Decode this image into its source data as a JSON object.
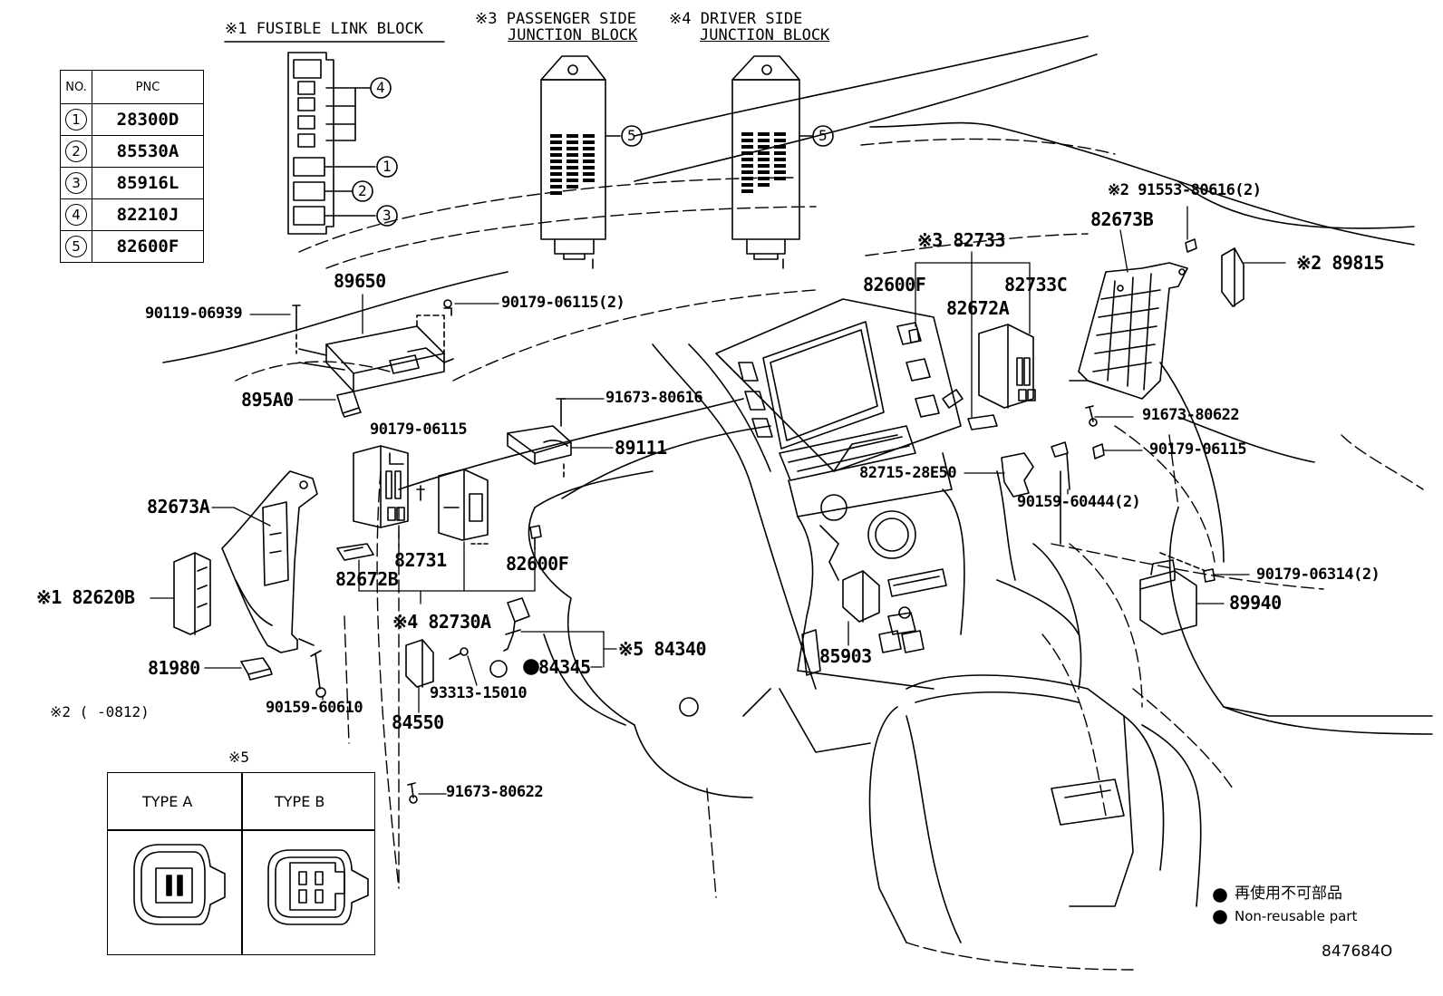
{
  "header": {
    "fusible_link_block": "※1 FUSIBLE LINK BLOCK",
    "passenger_line1": "※3 PASSENGER SIDE",
    "passenger_line2": "JUNCTION BLOCK",
    "driver_line1": "※4 DRIVER SIDE",
    "driver_line2": "JUNCTION BLOCK"
  },
  "pnc_table": {
    "col_no": "NO.",
    "col_pnc": "PNC",
    "rows": [
      {
        "no": "1",
        "pnc": "28300D"
      },
      {
        "no": "2",
        "pnc": "85530A"
      },
      {
        "no": "3",
        "pnc": "85916L"
      },
      {
        "no": "4",
        "pnc": "82210J"
      },
      {
        "no": "5",
        "pnc": "82600F"
      }
    ]
  },
  "callouts": {
    "fuse_4": "4",
    "fuse_1": "1",
    "fuse_2": "2",
    "fuse_3": "3",
    "jb_pass_5": "5",
    "jb_drv_5": "5"
  },
  "labels": {
    "p89650": "89650",
    "p90119_06939": "90119-06939",
    "p90179_06115_2": "90179-06115(2)",
    "p895A0": "895A0",
    "p91673_80616": "91673-80616",
    "p90179_06115_a": "90179-06115",
    "p89111": "89111",
    "p82673A": "82673A",
    "p82620B": "※1 82620B",
    "p82672B": "82672B",
    "p82731": "82731",
    "p82600F_a": "82600F",
    "p82730A": "※4 82730A",
    "p84340": "※5 84340",
    "p84345": "84345",
    "p93313_15010": "93313-15010",
    "p84550": "84550",
    "p81980": "81980",
    "p90159_60610": "90159-60610",
    "p91673_80622_a": "91673-80622",
    "p85903": "85903",
    "p82733": "※3 82733",
    "p82600F_b": "82600F",
    "p82733C": "82733C",
    "p82672A": "82672A",
    "p82715_28E50": "82715-28E50",
    "p90159_60444_2": "90159-60444(2)",
    "p90179_06115_b": "90179-06115",
    "p91673_80622_b": "91673-80622",
    "p82673B": "82673B",
    "p91553_80616_2": "※2 91553-80616(2)",
    "p89815": "※2 89815",
    "p90179_06314_2": "90179-06314(2)",
    "p89940": "89940"
  },
  "note_2": "※2 (     -0812)",
  "type_box": {
    "title": "※5",
    "type_a": "TYPE A",
    "type_b": "TYPE B"
  },
  "legend": {
    "jp": "再使用不可部品",
    "en": "Non-reusable part"
  },
  "figure_id": "847684O"
}
